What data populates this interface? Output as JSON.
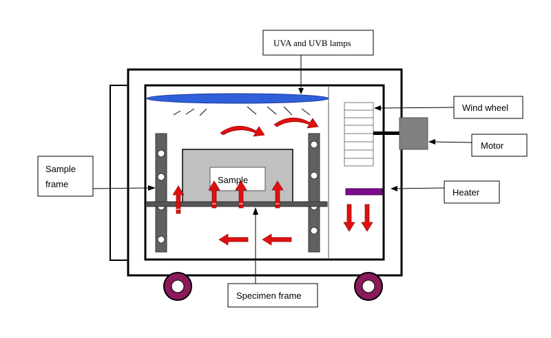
{
  "labels": {
    "lamps": "UVA and UVB lamps",
    "wind_wheel": "Wind wheel",
    "motor": "Motor",
    "heater": "Heater",
    "sample_frame_line1": "Sample",
    "sample_frame_line2": "frame",
    "sample": "Sample",
    "specimen_frame": "Specimen frame"
  },
  "colors": {
    "lamp": "#2f5fd9",
    "airflow_arrow": "#e01010",
    "motor": "#808080",
    "heater": "#7a0a8a",
    "sample_box": "#c0c0c0",
    "frame_rail": "#606060",
    "wheel": "#8b1a5a"
  }
}
